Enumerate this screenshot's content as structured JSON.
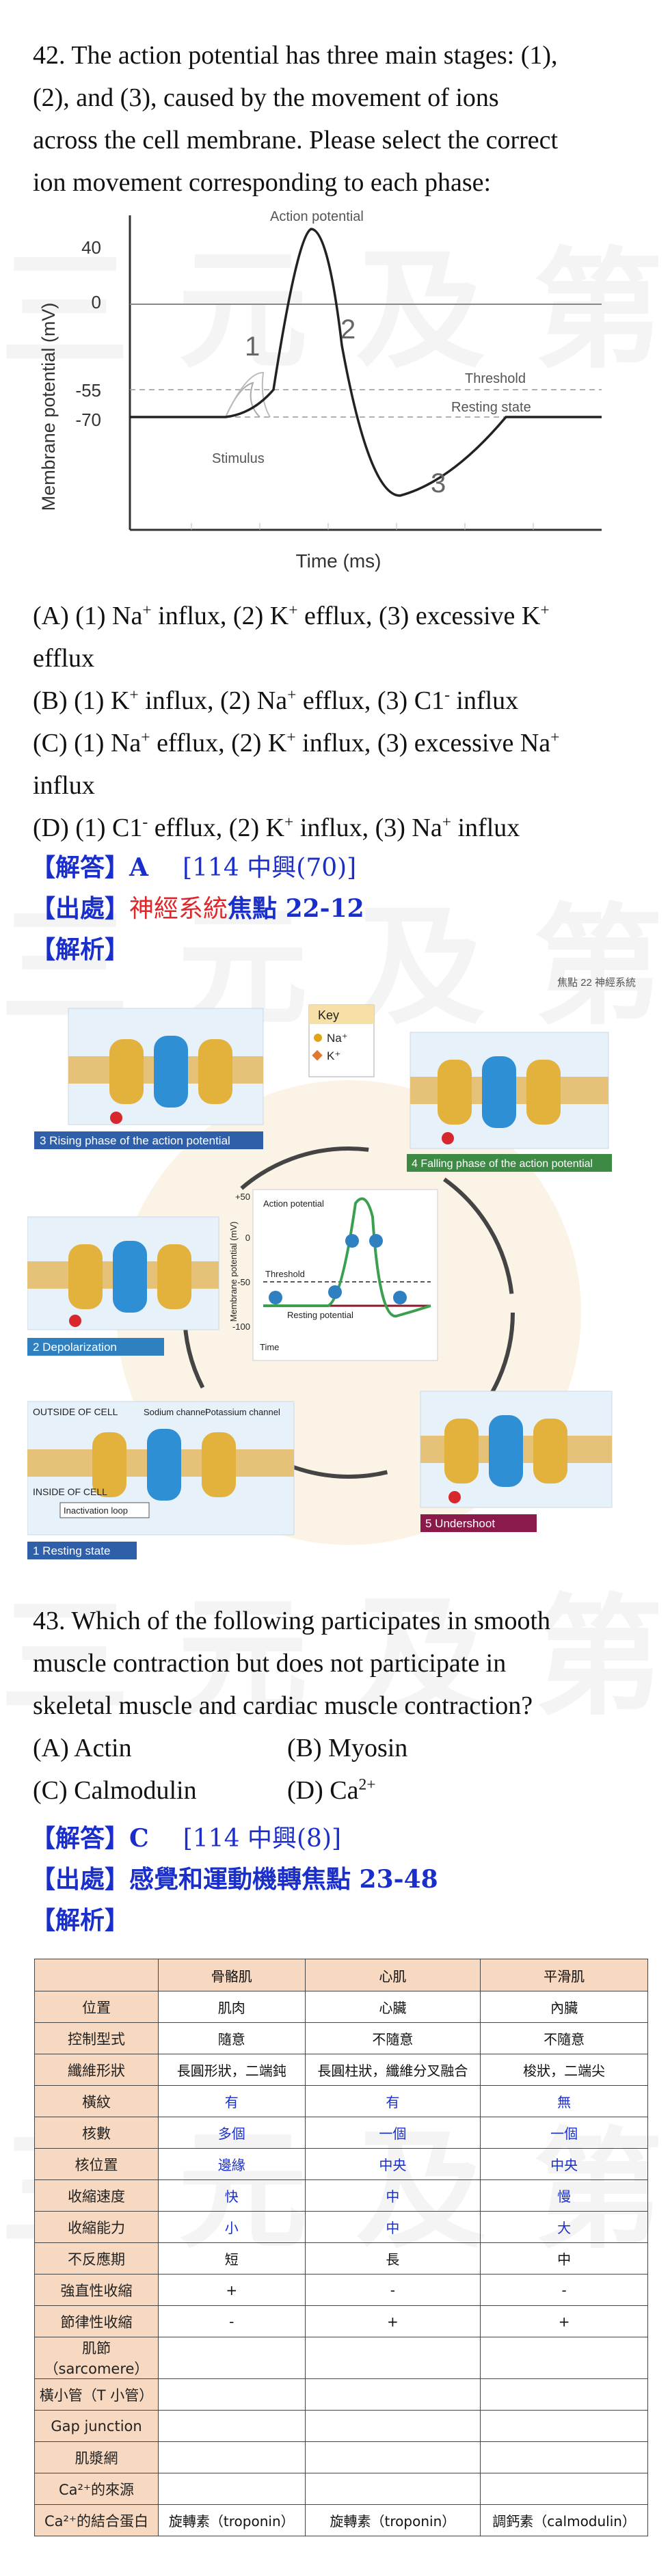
{
  "q42": {
    "lines": [
      "42. The action potential has three main stages: (1),",
      "(2), and (3), caused by the movement of ions",
      "across the cell membrane. Please select the correct",
      "ion movement corresponding to each phase:"
    ],
    "graph": {
      "ylabel": "Membrane potential (mV)",
      "xlabel": "Time (ms)",
      "yticks": [
        "40",
        "0",
        "-55",
        "-70"
      ],
      "label_ap": "Action potential",
      "label_threshold": "Threshold",
      "label_resting": "Resting state",
      "label_stimulus": "Stimulus",
      "stage1": "1",
      "stage2": "2",
      "stage3": "3"
    },
    "options": {
      "a1": "(A) (1) Na",
      "a1s": "+",
      "a2": " influx, (2) K",
      "a2s": "+",
      "a3": " efflux, (3) excessive K",
      "a3s": "+",
      "a4": "efflux",
      "b1": "(B) (1) K",
      "b1s": "+",
      "b2": " influx, (2) Na",
      "b2s": "+",
      "b3": " efflux, (3) C1",
      "b3s": "-",
      "b4": " influx",
      "c1": "(C) (1) Na",
      "c1s": "+",
      "c2": " efflux, (2) K",
      "c2s": "+",
      "c3": " influx, (3) excessive Na",
      "c3s": "+",
      "c4": "influx",
      "d1": "(D) (1) C1",
      "d1s": "-",
      "d2": " efflux, (2) K",
      "d2s": "+",
      "d3": " influx, (3) Na",
      "d3s": "+",
      "d4": " influx"
    },
    "answer_tag": "【解答】A",
    "answer_ref": "[114 中興(70)]",
    "source_tag": "【出處】",
    "source_red": "神經系統",
    "source_blue": "焦點 22-12",
    "explain_tag": "【解析】",
    "figure": {
      "header": "焦點 22  神經系統",
      "key_title": "Key",
      "key_na": "Na⁺",
      "key_k": "K⁺",
      "s1": "1  Resting state",
      "s2": "2  Depolarization",
      "s3": "3  Rising phase of the action potential",
      "s4": "4  Falling phase of the action potential",
      "s5": "5  Undershoot",
      "outside": "OUTSIDE OF CELL",
      "inside": "INSIDE OF CELL",
      "sodium": "Sodium channel",
      "potassium": "Potassium channel",
      "loop": "Inactivation loop",
      "inner_ylabel": "Membrane potential (mV)",
      "inner_ap": "Action potential",
      "inner_threshold": "Threshold",
      "inner_resting": "Resting potential",
      "inner_time": "Time",
      "inner_ticks": [
        "+50",
        "0",
        "-50",
        "-100"
      ]
    }
  },
  "q43": {
    "lines": [
      "43. Which of the following participates in smooth",
      "muscle contraction but does not participate in",
      "skeletal muscle and cardiac muscle contraction?"
    ],
    "optA": "(A) Actin",
    "optB": "(B) Myosin",
    "optC": "(C) Calmodulin",
    "optD": "(D) Ca",
    "optDs": "2+",
    "answer_tag": "【解答】C",
    "answer_ref": "[114 中興(8)]",
    "source_tag": "【出處】",
    "source_blue": "感覺和運動機轉焦點 23-48",
    "explain_tag": "【解析】",
    "table": {
      "headers": [
        "",
        "骨骼肌",
        "心肌",
        "平滑肌"
      ],
      "rows": [
        [
          "位置",
          "肌肉",
          "心臟",
          "內臟"
        ],
        [
          "控制型式",
          "隨意",
          "不隨意",
          "不隨意"
        ],
        [
          "纖維形狀",
          "長圓形狀，二端鈍",
          "長圓柱狀，纖維分叉融合",
          "梭狀，二端尖"
        ],
        [
          "橫紋",
          "有",
          "有",
          "無"
        ],
        [
          "核數",
          "多個",
          "一個",
          "一個"
        ],
        [
          "核位置",
          "邊緣",
          "中央",
          "中央"
        ],
        [
          "收縮速度",
          "快",
          "中",
          "慢"
        ],
        [
          "收縮能力",
          "小",
          "中",
          "大"
        ],
        [
          "不反應期",
          "短",
          "長",
          "中"
        ],
        [
          "強直性收縮",
          "+",
          "-",
          "-"
        ],
        [
          "節律性收縮",
          "-",
          "+",
          "+"
        ],
        [
          "肌節（sarcomere）",
          "",
          "",
          ""
        ],
        [
          "橫小管（T 小管）",
          "",
          "",
          ""
        ],
        [
          "Gap junction",
          "",
          "",
          ""
        ],
        [
          "肌漿網",
          "",
          "",
          ""
        ],
        [
          "Ca²⁺的來源",
          "",
          "",
          ""
        ],
        [
          "Ca²⁺的結合蛋白",
          "旋轉素（troponin）",
          "旋轉素（troponin）",
          "調鈣素（calmodulin）"
        ]
      ]
    }
  },
  "watermark": "三元及第"
}
